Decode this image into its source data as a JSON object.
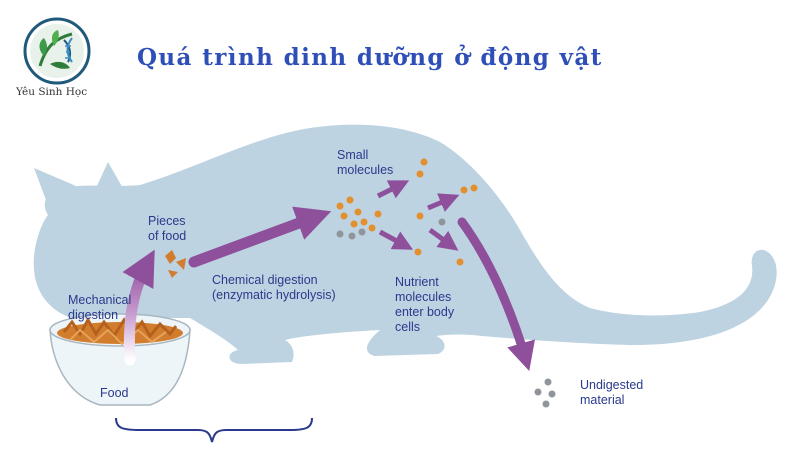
{
  "header": {
    "title": "Quá trình dinh dưỡng ở động vật",
    "logo_text": "Yêu Sinh Học"
  },
  "diagram": {
    "labels": {
      "pieces_of_food": "Pieces\nof food",
      "mechanical_digestion": "Mechanical\ndigestion",
      "chemical_digestion": "Chemical digestion\n(enzymatic hydrolysis)",
      "small_molecules": "Small\nmolecules",
      "nutrient_molecules": "Nutrient\nmolecules\nenter body\ncells",
      "undigested_material": "Undigested\nmaterial",
      "food": "Food"
    }
  },
  "colors": {
    "title": "#2f4fb8",
    "cat_body": "#bdd3e1",
    "arrow": "#8e4f9b",
    "label": "#2a3a8c",
    "molecule_orange": "#e2902f",
    "molecule_grey": "#8f959a"
  }
}
